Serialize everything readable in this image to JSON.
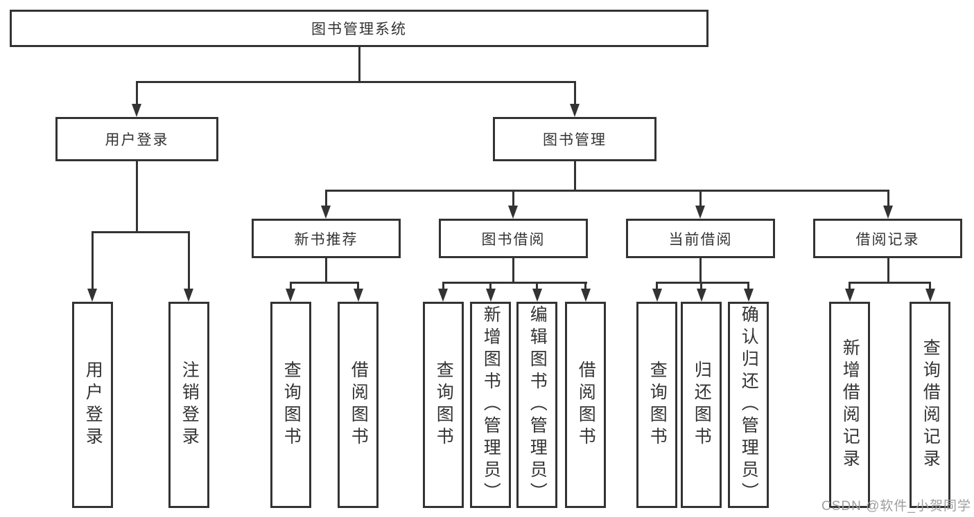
{
  "colors": {
    "line": "#333333",
    "text": "#333333",
    "background": "#ffffff",
    "watermark": "#9e9e9e"
  },
  "watermark": "CSDN @软件_小贺同学",
  "tree": {
    "root": "图书管理系统",
    "user_login": {
      "label": "用户登录",
      "children": [
        "用户登录",
        "注销登录"
      ]
    },
    "book_mgmt": {
      "label": "图书管理",
      "sections": [
        {
          "label": "新书推荐",
          "children": [
            "查询图书",
            "借阅图书"
          ]
        },
        {
          "label": "图书借阅",
          "children": [
            "查询图书",
            "新增图书（管理员）",
            "编辑图书（管理员）",
            "借阅图书"
          ]
        },
        {
          "label": "当前借阅",
          "children": [
            "查询图书",
            "归还图书",
            "确认归还（管理员）"
          ]
        },
        {
          "label": "借阅记录",
          "children": [
            "新增借阅记录",
            "查询借阅记录"
          ]
        }
      ]
    }
  }
}
